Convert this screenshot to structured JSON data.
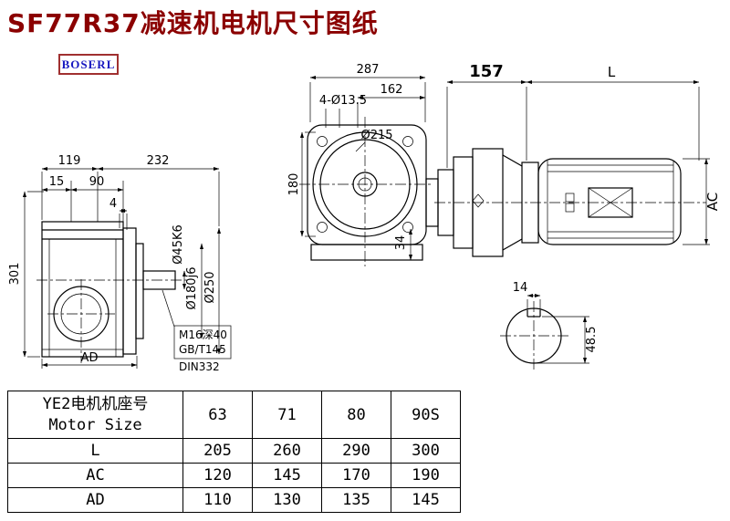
{
  "page": {
    "title": "SF77R37减速机电机尺寸图纸",
    "logo": "BOSERL"
  },
  "dims": {
    "front": {
      "w119": "119",
      "w232": "232",
      "w15": "15",
      "w90": "90",
      "w4": "4",
      "h301": "301",
      "ad": "AD",
      "shaft_dia": "Ø45K6",
      "spigot_dia": "Ø180j6",
      "flange_dia": "Ø250",
      "tap1": "M16深40",
      "tap2": "GB/T145",
      "tap3": "DIN332"
    },
    "face": {
      "w287": "287",
      "w162": "162",
      "holes": "4-Ø13.5",
      "flange_circle": "Ø215",
      "h180": "180",
      "h34": "34"
    },
    "side": {
      "w157": "157",
      "len_l": "L",
      "ac": "AC"
    },
    "shaft_section": {
      "key_w": "14",
      "h": "48.5"
    }
  },
  "table": {
    "header_cn": "YE2电机机座号",
    "header_en": "Motor Size",
    "sizes": [
      "63",
      "71",
      "80",
      "90S"
    ],
    "rows": [
      {
        "label": "L",
        "values": [
          "205",
          "260",
          "290",
          "300"
        ]
      },
      {
        "label": "AC",
        "values": [
          "120",
          "145",
          "170",
          "190"
        ]
      },
      {
        "label": "AD",
        "values": [
          "110",
          "130",
          "135",
          "145"
        ]
      }
    ]
  }
}
